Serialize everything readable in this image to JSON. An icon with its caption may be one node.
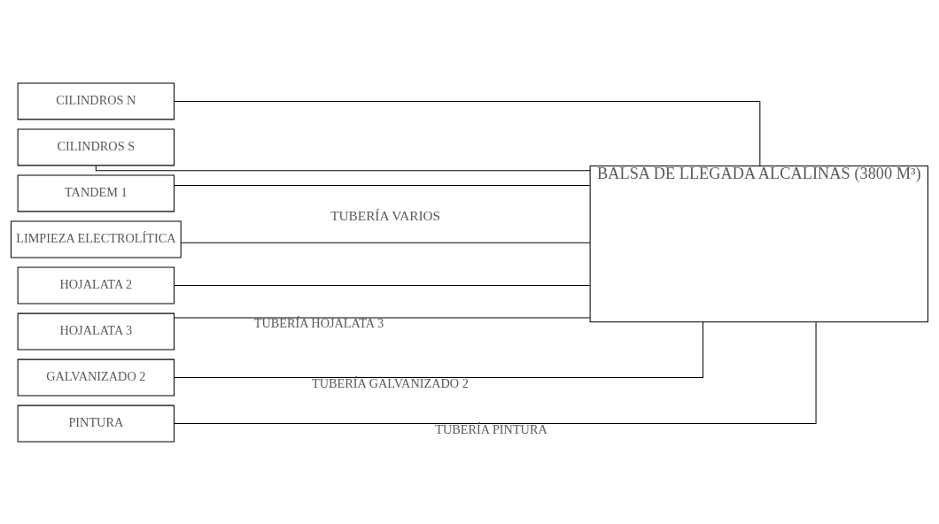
{
  "diagram": {
    "nodes": [
      {
        "text": [
          "CILINDROS N"
        ]
      },
      {
        "text": [
          "CILINDROS S"
        ]
      },
      {
        "text": [
          "TANDEM 1"
        ]
      },
      {
        "text": [
          "LIMPIEZA ELECTROLÍTICA"
        ]
      },
      {
        "text": [
          "HOJALATA 2"
        ]
      },
      {
        "text": [
          "BALSA DE LLEGADA ALCALINAS (3800 M³)"
        ]
      },
      {
        "text": [
          "HOJALATA 3"
        ]
      },
      {
        "text": [
          "GALVANIZADO 2"
        ]
      },
      {
        "text": [
          "PINTURA"
        ]
      }
    ],
    "edges": [
      {
        "from": 0,
        "to": 5,
        "arrow": "none"
      },
      {
        "from": 1,
        "to": 5,
        "arrow": "none"
      },
      {
        "from": 2,
        "to": 5,
        "arrow": "none"
      },
      {
        "from": 3,
        "to": 5,
        "arrow": "none"
      },
      {
        "from": 4,
        "to": 5,
        "arrow": "none"
      },
      {
        "from": 6,
        "to": 5,
        "arrow": "none",
        "label": "TUBERÍA HOJALATA 3"
      },
      {
        "from": 7,
        "to": 5,
        "arrow": "none",
        "label": "TUBERÍA GALVANIZADO 2"
      },
      {
        "from": 8,
        "to": 5,
        "arrow": "none",
        "label": "TUBERÍA PINTURA"
      }
    ],
    "labels": [
      "TUBERÍA VARIOS"
    ]
  }
}
